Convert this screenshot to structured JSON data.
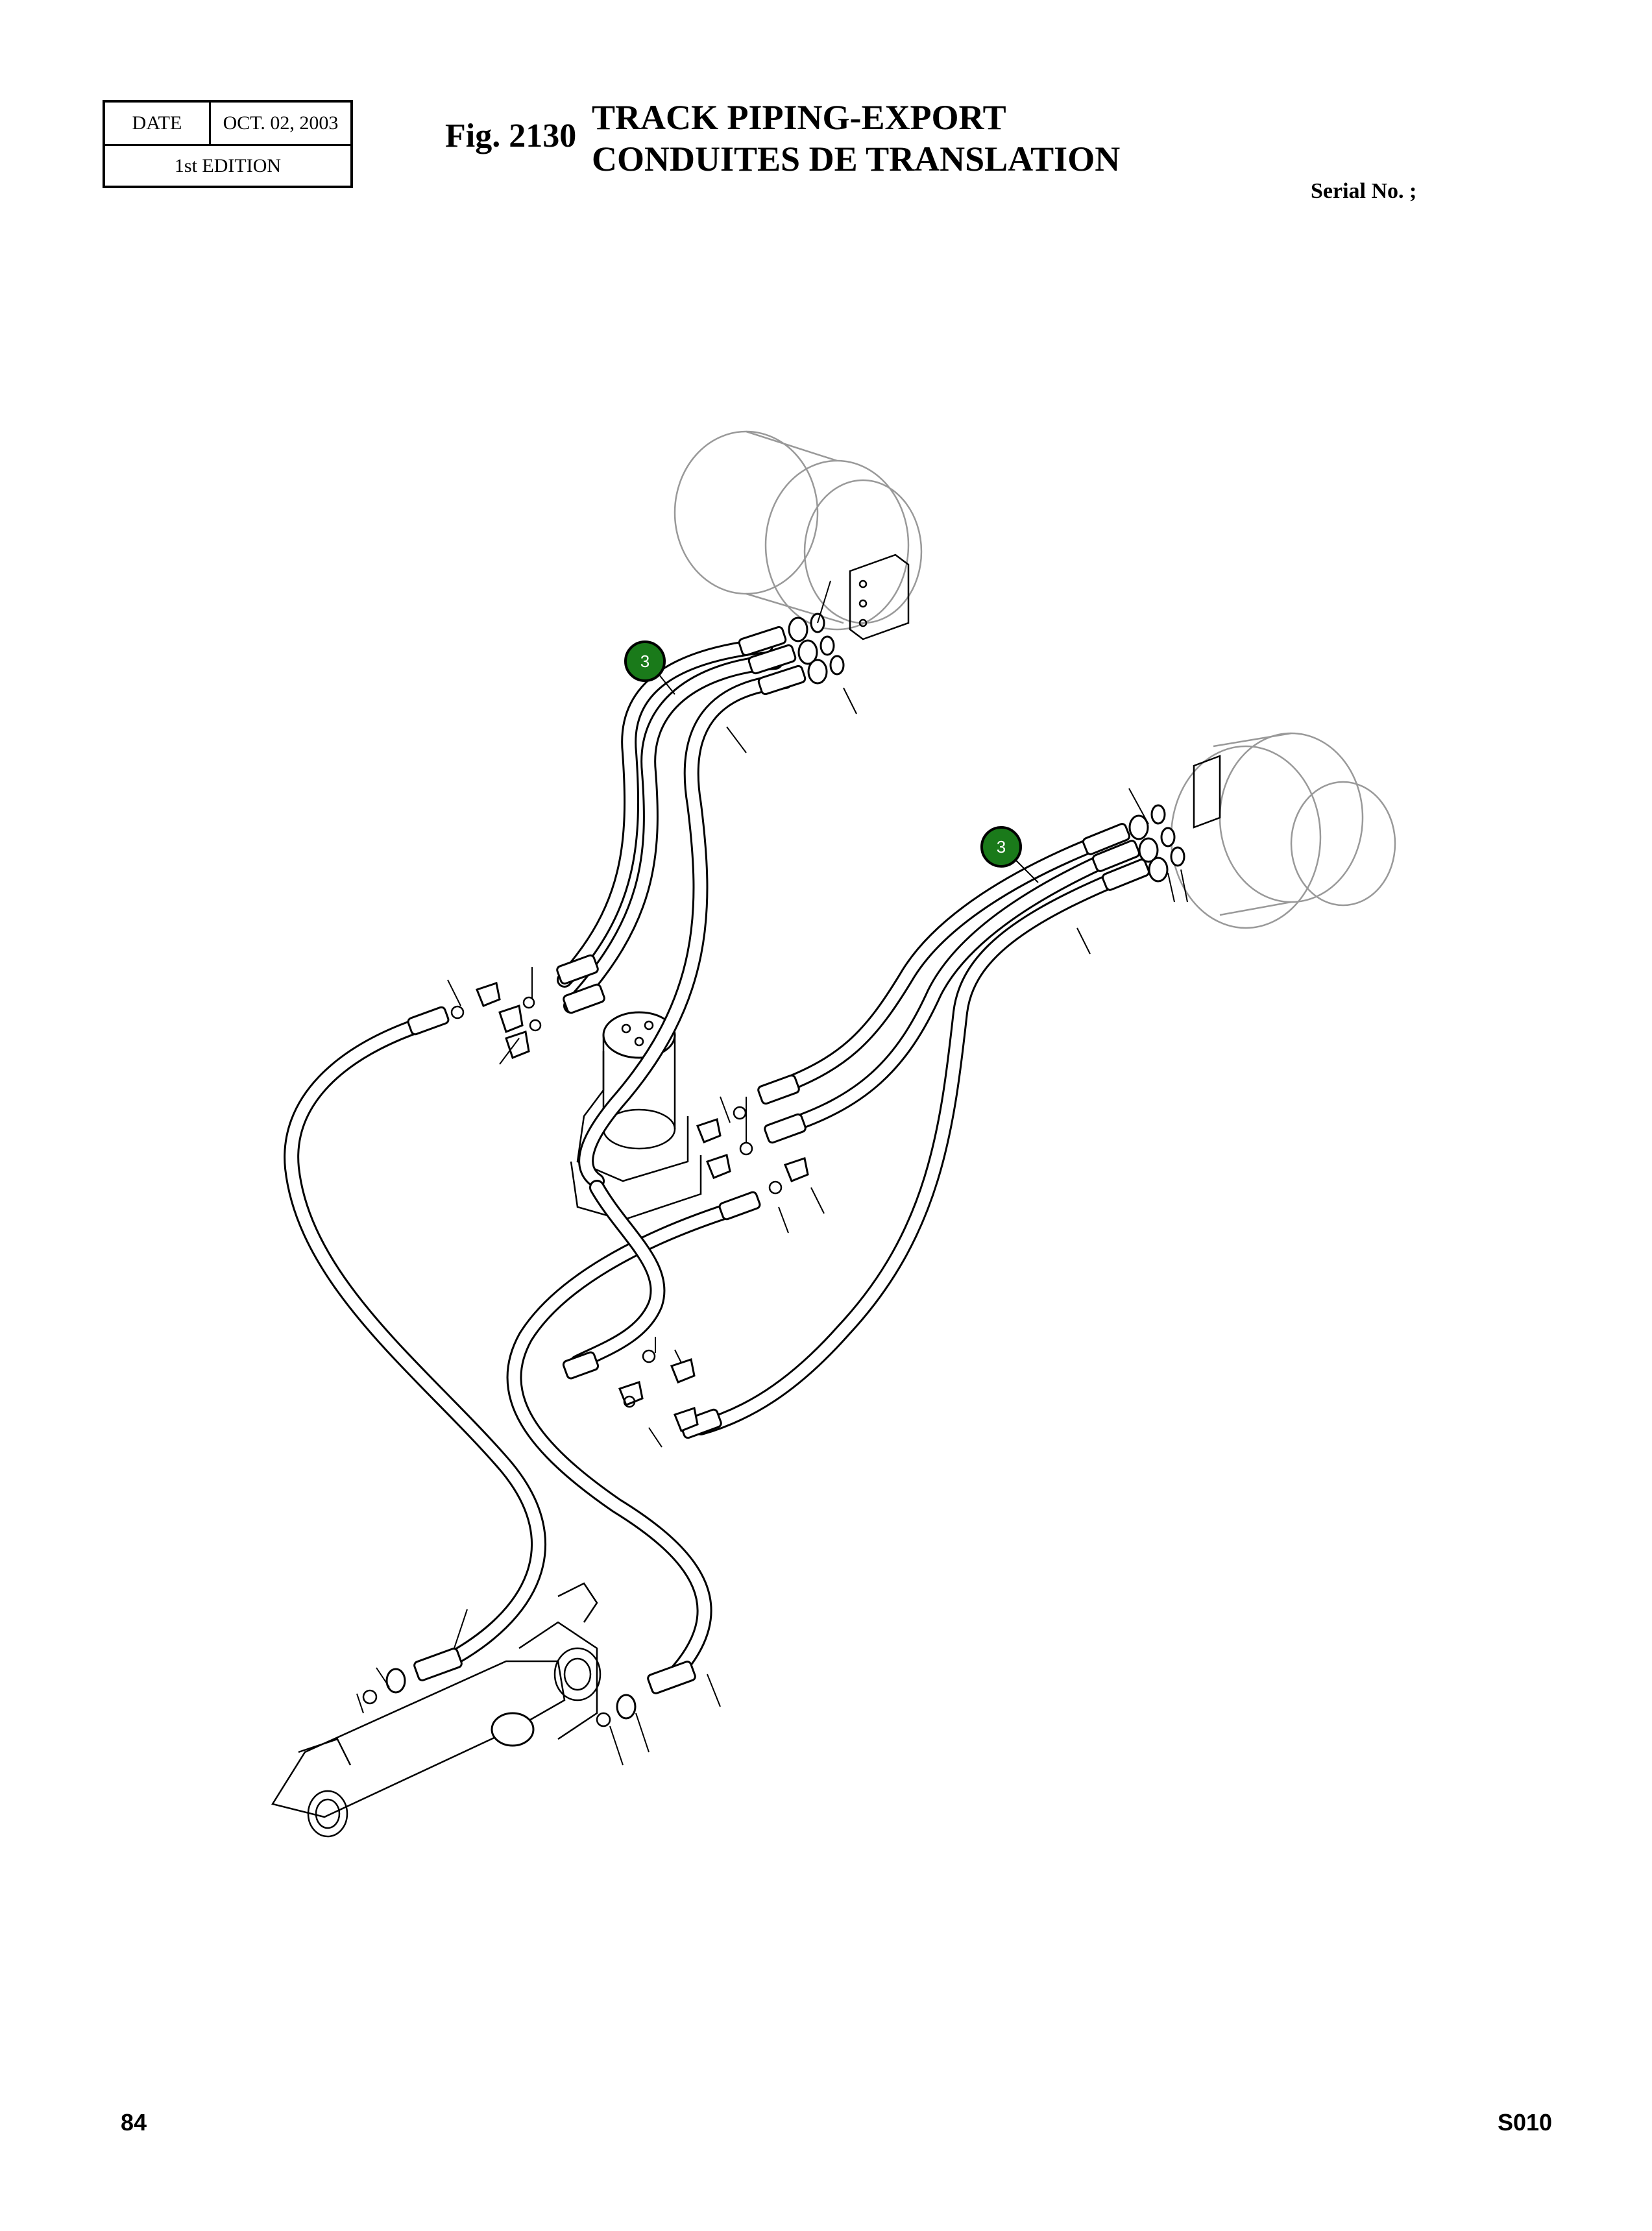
{
  "header": {
    "date_label": "DATE",
    "date_value": "OCT. 02, 2003",
    "edition": "1st EDITION",
    "fig_no": "Fig. 2130",
    "title_en": "TRACK PIPING-EXPORT",
    "title_fr": "CONDUITES DE TRANSLATION",
    "serial": "Serial No. ;"
  },
  "footer": {
    "page_number": "84",
    "model": "S010"
  },
  "callouts": [
    {
      "label": "3",
      "color": "#1a7a1a"
    },
    {
      "label": "3",
      "color": "#1a7a1a"
    }
  ]
}
